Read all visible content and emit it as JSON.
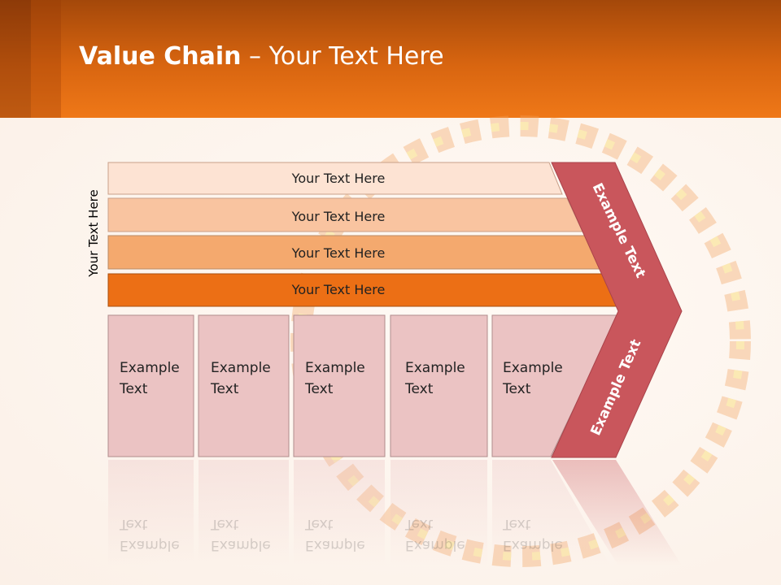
{
  "header": {
    "title_bold": "Value Chain",
    "title_rest": " – Your Text Here"
  },
  "side_label": "Your Text Here",
  "rows": [
    {
      "label": "Your Text Here",
      "color": "#fde3d3"
    },
    {
      "label": "Your Text Here",
      "color": "#f9c4a0"
    },
    {
      "label": "Your Text Here",
      "color": "#f4a96e"
    },
    {
      "label": "Your Text Here",
      "color": "#ec6f15"
    }
  ],
  "boxes": [
    {
      "line1": "Example",
      "line2": "Text"
    },
    {
      "line1": "Example",
      "line2": "Text"
    },
    {
      "line1": "Example",
      "line2": "Text"
    },
    {
      "line1": "Example",
      "line2": "Text"
    },
    {
      "line1": "Example",
      "line2": "Text"
    }
  ],
  "chevron": {
    "top_label": "Example Text",
    "bottom_label": "Example Text",
    "color": "#c9565c"
  },
  "colors": {
    "box_fill": "#ebc3c3",
    "header_orange": "#e06a14"
  }
}
